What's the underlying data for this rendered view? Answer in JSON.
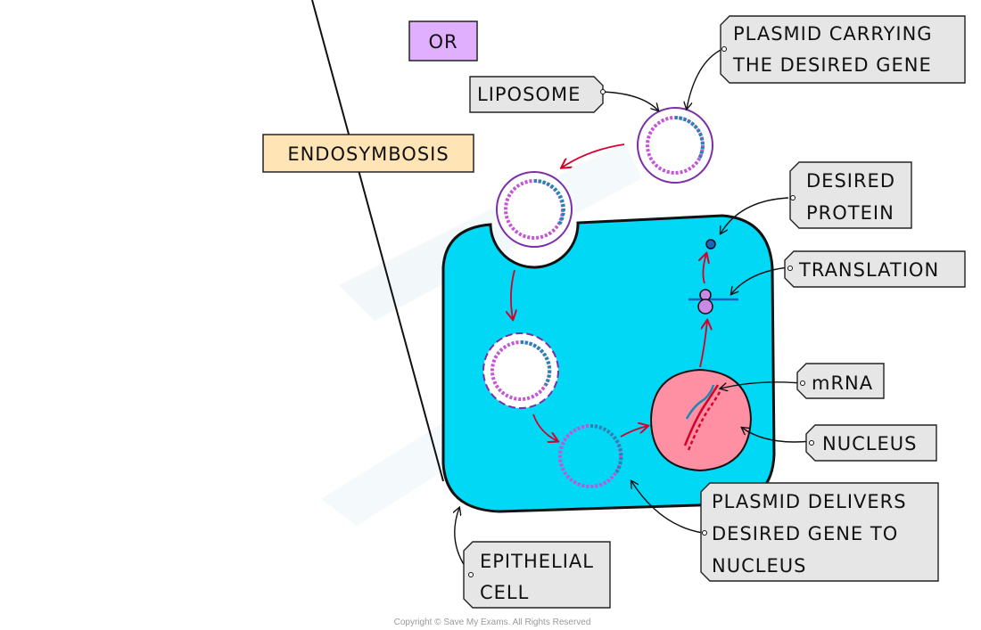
{
  "title": "Gene therapy: plasmid delivery into epithelial cell",
  "boxes": {
    "or": "OR",
    "endosymbosis": "ENDOSYMBOSIS"
  },
  "labels": {
    "liposome": "LIPOSOME",
    "plasmid_carrying": [
      "PLASMID CARRYING",
      "THE DESIRED GENE"
    ],
    "desired_protein": [
      "DESIRED",
      "PROTEIN"
    ],
    "translation": "TRANSLATION",
    "mrna": "mRNA",
    "nucleus": "NUCLEUS",
    "plasmid_delivers": [
      "PLASMID DELIVERS",
      "DESIRED GENE TO",
      "NUCLEUS"
    ],
    "epithelial_cell": [
      "EPITHELIAL",
      "CELL"
    ]
  },
  "copyright": "Copyright © Save My Exams. All Rights Reserved",
  "colors": {
    "cell": "#00d8f5",
    "nucleus": "#ff8fa3",
    "or_box": "#e0b0ff",
    "endo_box": "#ffe4b5",
    "tag": "#e6e6e6",
    "arrow_red": "#d6002a",
    "plasmid_purple": "#7a2ea8",
    "dna_pink": "#c455d6",
    "dna_teal": "#1e88b0",
    "ribosome": "#c98ae6",
    "protein": "#1565c0"
  }
}
